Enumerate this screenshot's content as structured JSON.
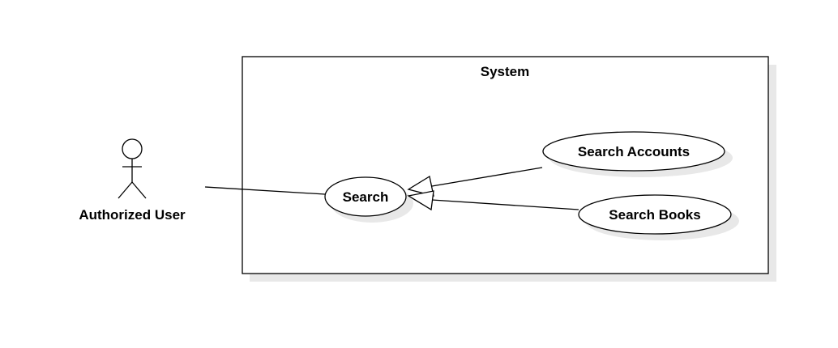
{
  "diagram": {
    "type": "uml-use-case",
    "system": {
      "title": "System"
    },
    "actor": {
      "name": "Authorized User"
    },
    "use_cases": {
      "search": "Search",
      "search_accounts": "Search Accounts",
      "search_books": "Search Books"
    },
    "relations": [
      {
        "from": "Authorized User",
        "to": "Search",
        "kind": "association"
      },
      {
        "from": "Search Accounts",
        "to": "Search",
        "kind": "generalization"
      },
      {
        "from": "Search Books",
        "to": "Search",
        "kind": "generalization"
      }
    ],
    "colors": {
      "line": "#000000",
      "fill": "#ffffff",
      "shadow": "#e8e8e8"
    }
  }
}
